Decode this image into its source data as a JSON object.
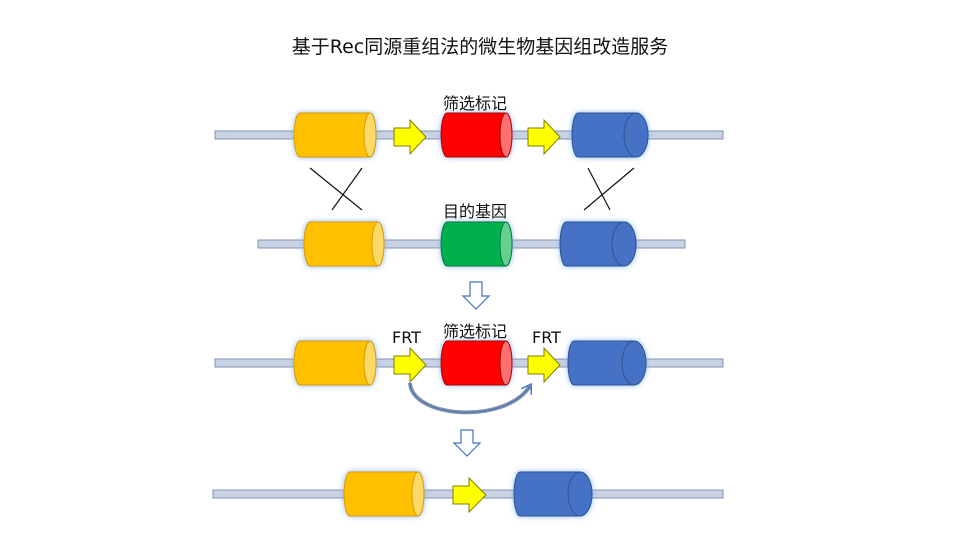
{
  "title": "基于Rec同源重组法的微生物基因组改造服务",
  "labels": {
    "marker_top": "筛选标记",
    "target_gene": "目的基因",
    "marker_mid": "筛选标记",
    "frt_left": "FRT",
    "frt_right": "FRT"
  },
  "colors": {
    "orange": "#FFC000",
    "red": "#FF0000",
    "green": "#00B050",
    "blue": "#4472C4",
    "arrow_yellow": "#FFFF00",
    "dna_bar": "#C9D3E3",
    "glow": "#9DC3F0"
  }
}
